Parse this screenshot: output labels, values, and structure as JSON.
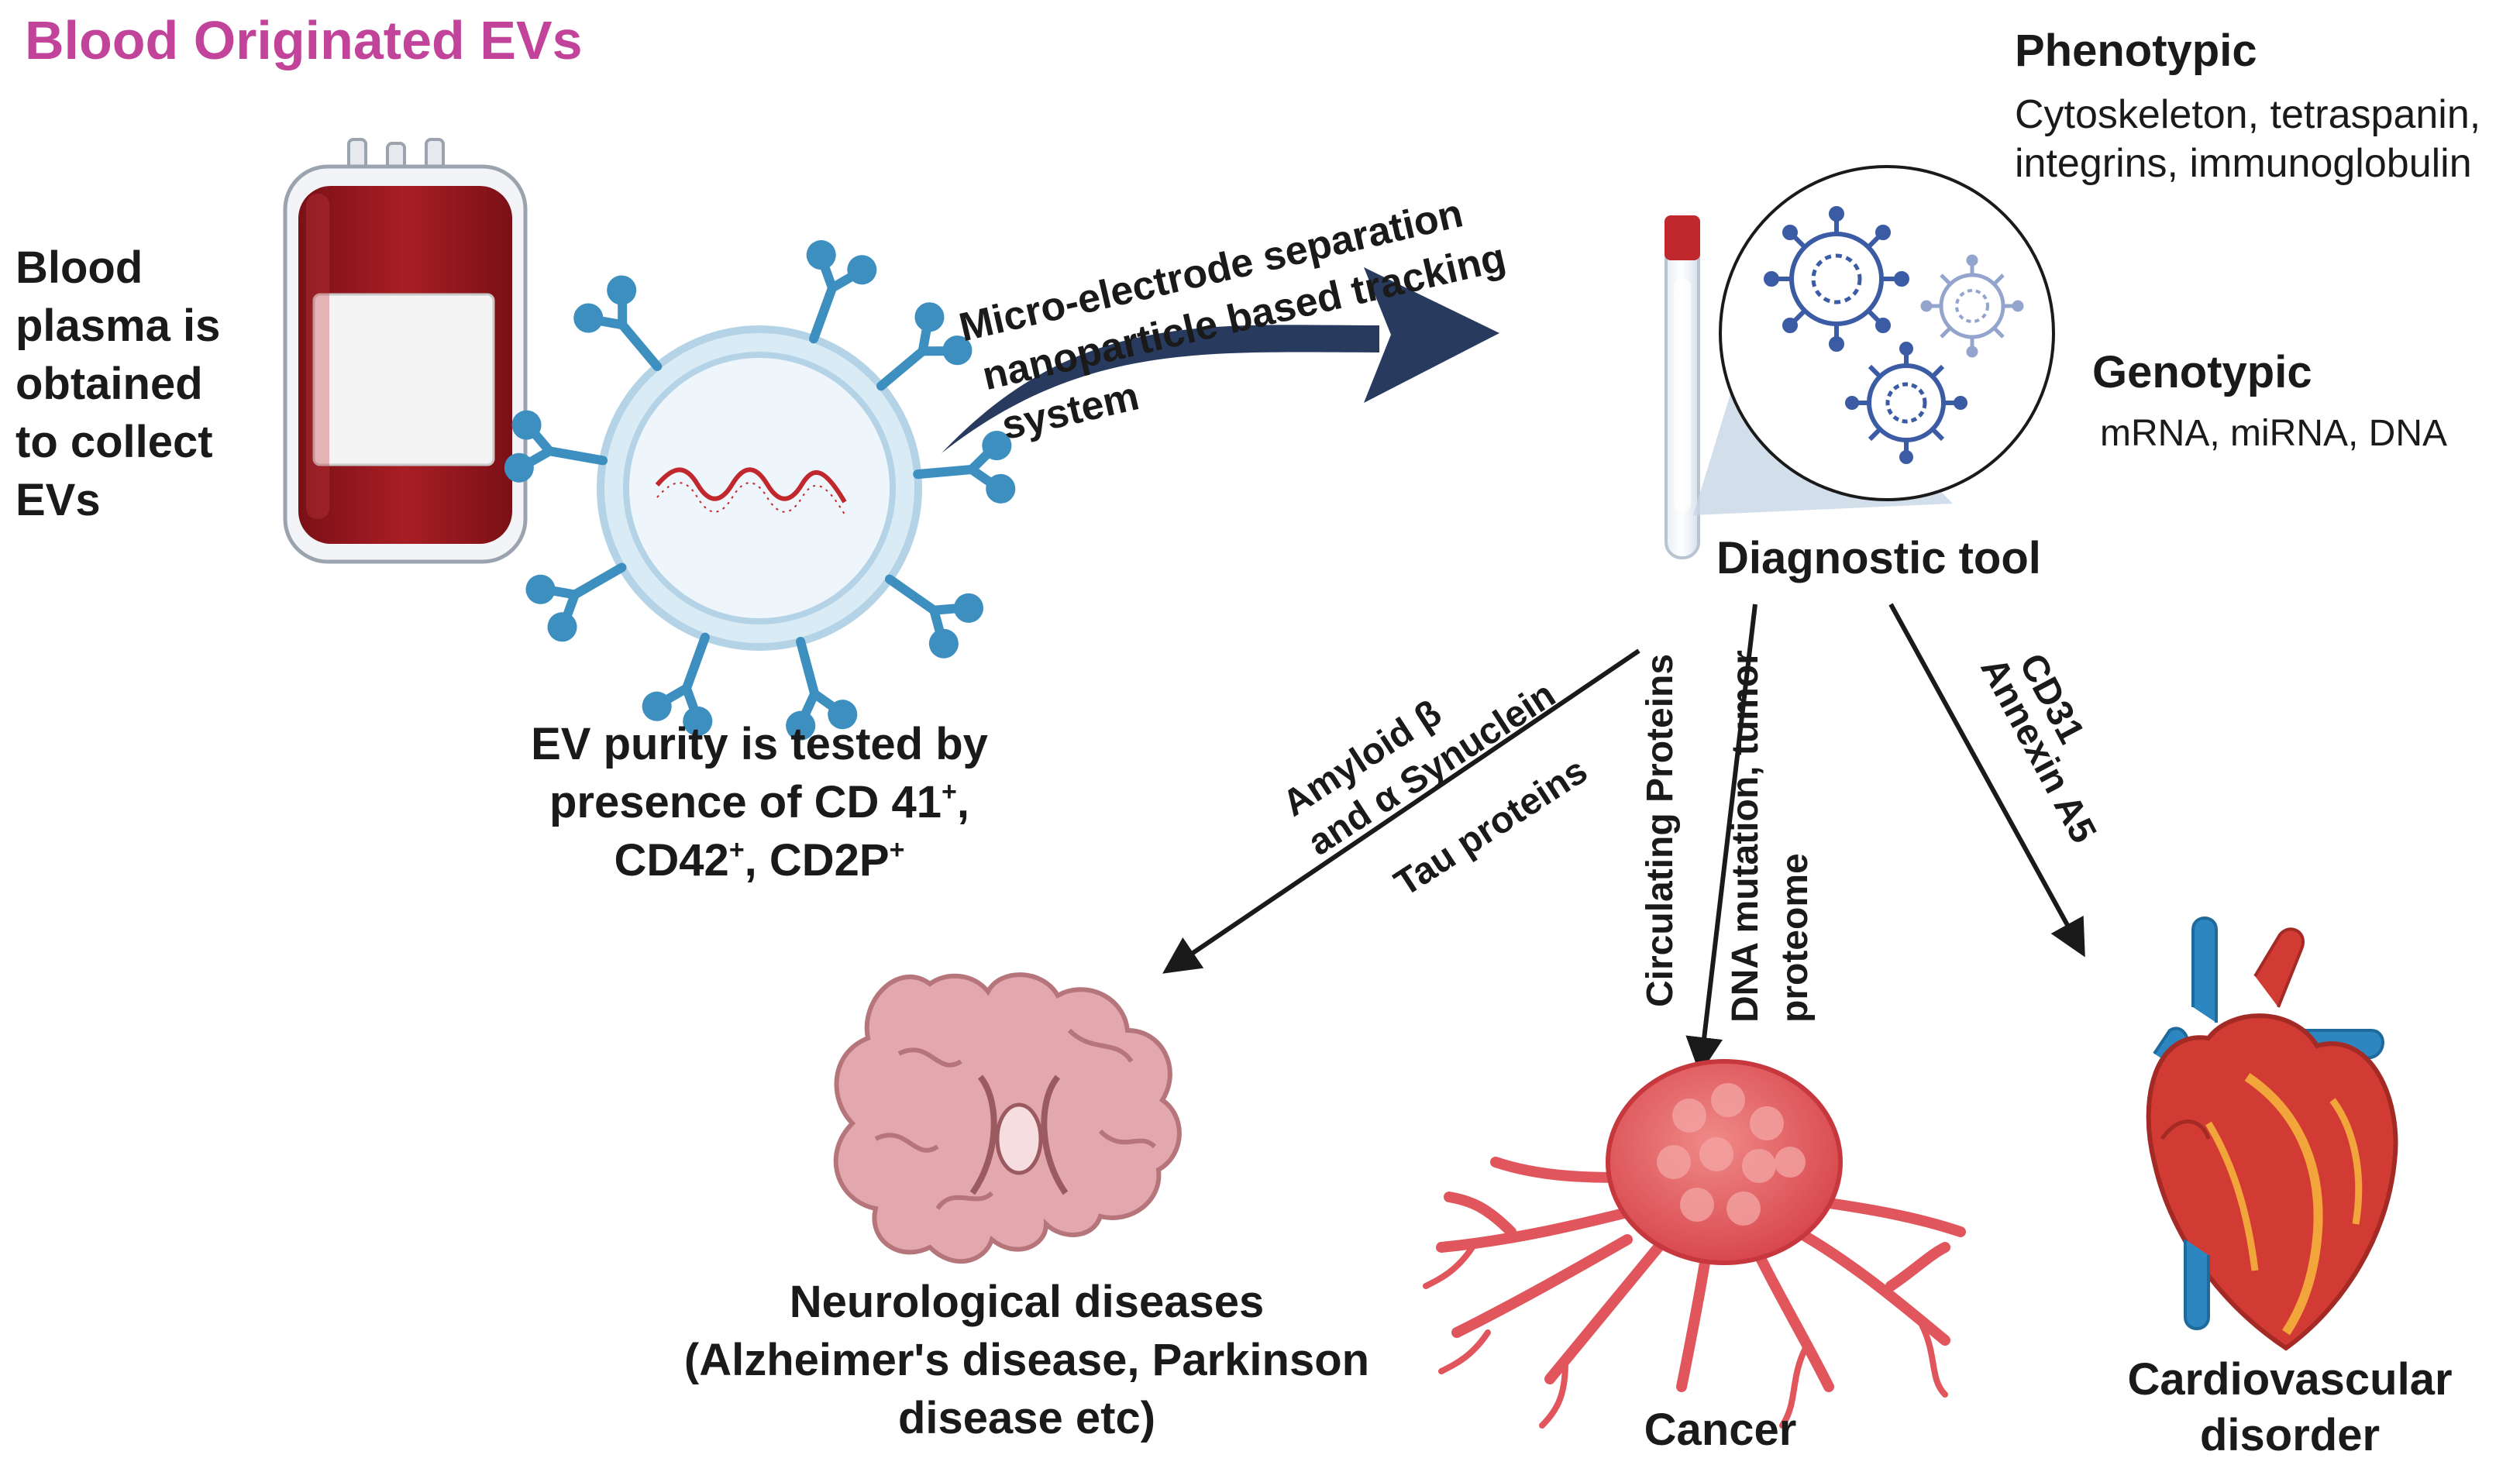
{
  "title": "Blood Originated EVs",
  "colors": {
    "title": "#c2439a",
    "text": "#1a1a1a",
    "arrow": "#1a1a1a",
    "arrow_navy": "#283a5e",
    "blood": "#9c1a1e",
    "ev_blue": "#3d8fbf",
    "ev_membrane": "#c8e0ee",
    "rna_red": "#c0282d",
    "brain": "#e2a8ad",
    "tumor": "#e0565c",
    "heart_red": "#d23b34",
    "vessel_blue": "#2e86c1",
    "virus_blue": "#3b5ba5"
  },
  "icons": {
    "blood_bag": "blood-bag-icon",
    "ev": "extracellular-vesicle-icon",
    "tube": "test-tube-icon",
    "virus": "virus-icon",
    "brain": "brain-icon",
    "tumor": "tumor-icon",
    "heart": "heart-icon"
  },
  "blood_plasma_text": [
    "Blood",
    "plasma is",
    "obtained",
    "to collect",
    "EVs"
  ],
  "ev_purity": {
    "line1": "EV purity is tested by",
    "line2_a": "presence of CD 41",
    "line2_sup": "+",
    "line2_b": ",",
    "line3_a": "CD42",
    "line3_sup1": "+",
    "line3_b": ", CD2P",
    "line3_sup2": "+"
  },
  "separation_method": [
    "Micro-electrode separation",
    "nanoparticle based tracking",
    "system"
  ],
  "phenotypic": {
    "heading": "Phenotypic",
    "line1": "Cytoskeleton, tetraspanin,",
    "line2": "integrins, immunoglobulin"
  },
  "genotypic": {
    "heading": "Genotypic",
    "line1": "mRNA, miRNA, DNA"
  },
  "diagnostic_tool": "Diagnostic tool",
  "neuro_markers": [
    "Amyloid β",
    "and α Synuclein",
    "Tau proteins"
  ],
  "cancer_markers": [
    "Circulating Proteins",
    "DNA mutation, tumor",
    "proteome"
  ],
  "cardio_markers": [
    "CD31",
    "Annexin A5"
  ],
  "neuro_label": [
    "Neurological diseases",
    "(Alzheimer's disease, Parkinson",
    "disease etc)"
  ],
  "cancer_label": "Cancer",
  "cardio_label": [
    "Cardiovascular",
    "disorder"
  ]
}
